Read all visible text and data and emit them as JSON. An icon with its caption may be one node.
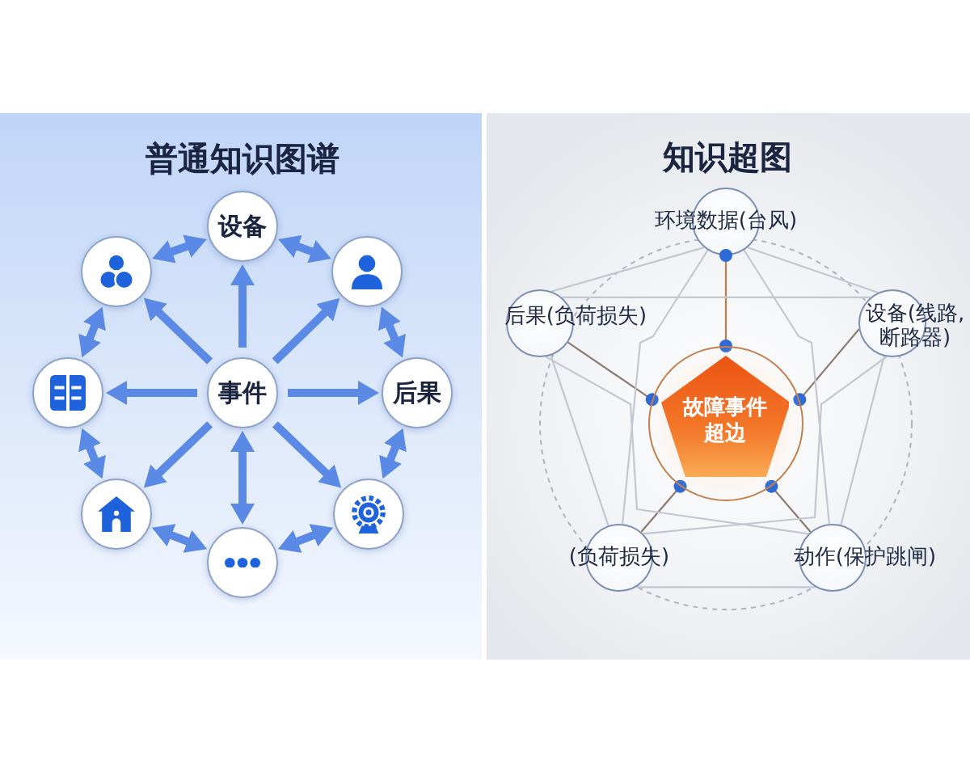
{
  "diagram": {
    "nodes": [
      {
        "text": [
          "普通知识图谱"
        ]
      },
      {
        "text": [
          "设备"
        ],
        "in": 0
      },
      {
        "text": [],
        "shape": "circle",
        "in": 0
      },
      {
        "text": [],
        "shape": "circle",
        "in": 0
      },
      {
        "text": [],
        "shape": "circle",
        "in": 0
      },
      {
        "text": [
          "事件"
        ],
        "in": 0
      },
      {
        "text": [
          "后果"
        ],
        "in": 0
      },
      {
        "text": [],
        "shape": "circle",
        "in": 0
      },
      {
        "text": [],
        "shape": "circle",
        "in": 0
      },
      {
        "text": [],
        "shape": "circle",
        "in": 0
      },
      {
        "text": [
          "知识超图"
        ]
      },
      {
        "text": [
          "环境数据(台风)"
        ],
        "in": 10
      },
      {
        "text": [
          "后果(负荷损失)"
        ],
        "in": 10
      },
      {
        "text": [
          "设备(线路,断路器)"
        ],
        "in": 10
      },
      {
        "text": [
          "故障事件超边"
        ],
        "in": 10
      },
      {
        "text": [
          "(负荷损失)"
        ],
        "in": 10
      },
      {
        "text": [
          "动作(保护跳闸)"
        ],
        "in": 10
      }
    ],
    "edges": [
      {
        "from": 5,
        "to": 1,
        "arrow": "to"
      },
      {
        "from": 5,
        "to": 3,
        "arrow": "to"
      },
      {
        "from": 5,
        "to": 6,
        "arrow": "to"
      },
      {
        "from": 5,
        "to": 8,
        "arrow": "to"
      },
      {
        "from": 5,
        "to": 9,
        "arrow": "both"
      },
      {
        "from": 5,
        "to": 7,
        "arrow": "to"
      },
      {
        "from": 5,
        "to": 4,
        "arrow": "to"
      },
      {
        "from": 5,
        "to": 2,
        "arrow": "to"
      },
      {
        "from": 1,
        "to": 3,
        "arrow": "both"
      },
      {
        "from": 3,
        "to": 6,
        "arrow": "both"
      },
      {
        "from": 6,
        "to": 8,
        "arrow": "both"
      },
      {
        "from": 8,
        "to": 9,
        "arrow": "both"
      },
      {
        "from": 9,
        "to": 7,
        "arrow": "both"
      },
      {
        "from": 7,
        "to": 4,
        "arrow": "both"
      },
      {
        "from": 4,
        "to": 2,
        "arrow": "both"
      },
      {
        "from": 2,
        "to": 1,
        "arrow": "both"
      },
      {
        "from": 14,
        "to": 11,
        "arrow": "other",
        "color": "#c27a48"
      },
      {
        "from": 14,
        "to": 13,
        "arrow": "other",
        "color": "#8c7b72"
      },
      {
        "from": 14,
        "to": 16,
        "arrow": "other",
        "color": "#8c7b72"
      },
      {
        "from": 14,
        "to": 15,
        "arrow": "other",
        "color": "#8c7b72"
      },
      {
        "from": 14,
        "to": 12,
        "arrow": "other",
        "color": "#8c7b72"
      },
      {
        "from": 11,
        "to": 12,
        "arrow": "none",
        "color": "#c3c7cf"
      },
      {
        "from": 11,
        "to": 13,
        "arrow": "none",
        "color": "#c3c7cf"
      },
      {
        "from": 11,
        "to": 15,
        "arrow": "none",
        "color": "#c3c7cf"
      },
      {
        "from": 11,
        "to": 16,
        "arrow": "none",
        "color": "#c3c7cf"
      },
      {
        "from": 12,
        "to": 13,
        "arrow": "none",
        "color": "#c3c7cf"
      },
      {
        "from": 12,
        "to": 15,
        "arrow": "none",
        "color": "#c3c7cf"
      },
      {
        "from": 12,
        "to": 16,
        "arrow": "none",
        "color": "#c3c7cf"
      },
      {
        "from": 13,
        "to": 15,
        "arrow": "none",
        "color": "#c3c7cf"
      },
      {
        "from": 13,
        "to": 16,
        "arrow": "none",
        "color": "#c3c7cf"
      },
      {
        "from": 15,
        "to": 16,
        "arrow": "none",
        "color": "#c3c7cf"
      }
    ]
  }
}
